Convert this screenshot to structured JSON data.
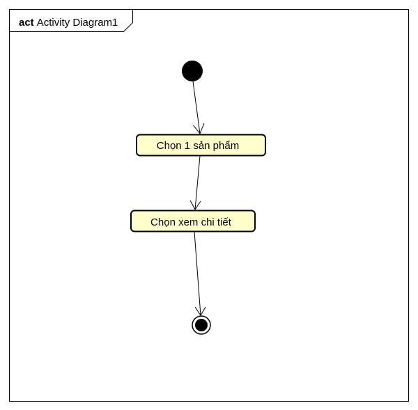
{
  "diagram": {
    "frame_keyword": "act",
    "frame_name": "Activity Diagram1",
    "actions": [
      {
        "label": "Chọn 1 sản phẩm"
      },
      {
        "label": "Chọn xem chi tiết"
      }
    ],
    "colors": {
      "action_fill": "#ffffcc",
      "stroke": "#000000",
      "background": "#ffffff"
    }
  }
}
